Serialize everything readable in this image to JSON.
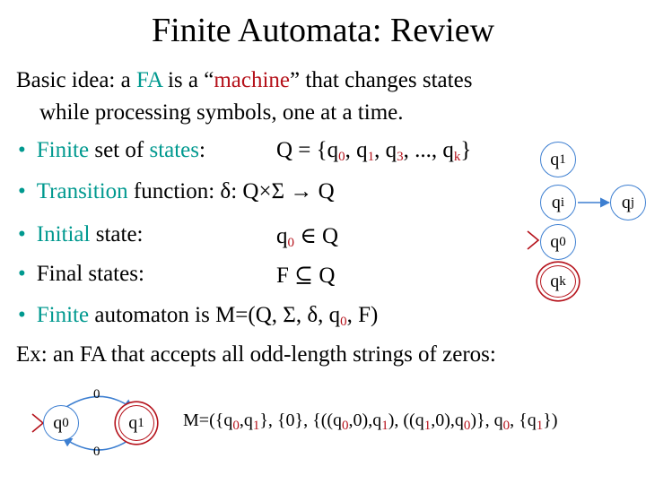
{
  "title": "Finite Automata: Review",
  "intro": {
    "line1_pre": "Basic idea: a ",
    "line1_fa": "FA",
    "line1_mid": " is a “",
    "line1_machine": "machine",
    "line1_post": "” that changes states",
    "line2": "while processing symbols, one at a time."
  },
  "bullets": {
    "states": {
      "hl": "Finite",
      "label": " set of ",
      "label_hl": "states",
      "label_end": ":",
      "expr_pre": "Q = {q",
      "expr_rest": ", q",
      "s0": "0",
      "s1": "1",
      "s3": "3",
      "dots": ", ..., q",
      "sk": "k",
      "close": "}"
    },
    "transition": {
      "hl": "Transition",
      "label": " function: ",
      "expr": "δ: Q×Σ → Q"
    },
    "initial": {
      "hl": "Initial",
      "label": " state:",
      "expr_q": "q",
      "expr_sub": "0",
      "expr_rest": " ∈ Q"
    },
    "final": {
      "label": "Final states:",
      "expr": "F ⊆ Q"
    },
    "automaton": {
      "hl": "Finite",
      "label": " automaton is M=(Q, Σ, δ, q",
      "sub": "0",
      "end": ", F)"
    }
  },
  "legend": {
    "q1": {
      "base": "q",
      "sub": "1"
    },
    "qi": {
      "base": "q",
      "sub": "i"
    },
    "qj": {
      "base": "q",
      "sub": "j"
    },
    "q0": {
      "base": "q",
      "sub": "0"
    },
    "qk": {
      "base": "q",
      "sub": "k"
    }
  },
  "example": {
    "caption": "Ex: an FA that accepts all odd-length strings of zeros:",
    "top_label": "0",
    "bottom_label": "0",
    "q0": {
      "base": "q",
      "sub": "0"
    },
    "q1": {
      "base": "q",
      "sub": "1"
    },
    "machine": {
      "p1": "M=({q",
      "s1": "0",
      "p2": ",q",
      "s2": "1",
      "p3": "}, {0}, {((q",
      "s3": "0",
      "p4": ",0),q",
      "s4": "1",
      "p5": "), ((q",
      "s5": "1",
      "p6": ",0),q",
      "s6": "0",
      "p7": ")}, q",
      "s7": "0",
      "p8": ", {q",
      "s8": "1",
      "p9": "})"
    }
  },
  "colors": {
    "accent_red": "#b5121b",
    "accent_teal": "#00998f",
    "state_border": "#3d7fd1"
  }
}
